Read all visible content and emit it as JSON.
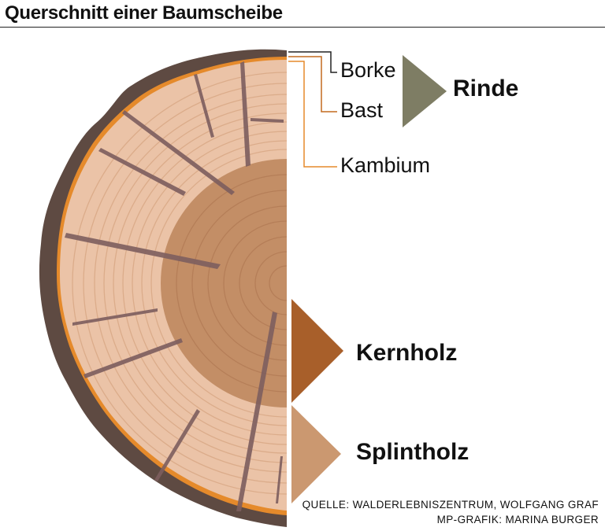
{
  "title": "Querschnitt einer Baumscheibe",
  "labels": {
    "borke": "Borke",
    "bast": "Bast",
    "kambium": "Kambium",
    "rinde": "Rinde",
    "kernholz": "Kernholz",
    "splintholz": "Splintholz"
  },
  "credits": {
    "source": "QUELLE: WALDERLEBNISZENTRUM, WOLFGANG GRAF",
    "graphic": "MP-GRAFIK: MARINA BURGER"
  },
  "colors": {
    "bark": "#5e4a42",
    "cambium": "#e58a2b",
    "sapwood": "#ebc3a7",
    "heartwood": "#c38e66",
    "rinde_marker": "#7e7d64",
    "kernholz_marker": "#a85f2a",
    "splintholz_marker": "#cb9870"
  }
}
